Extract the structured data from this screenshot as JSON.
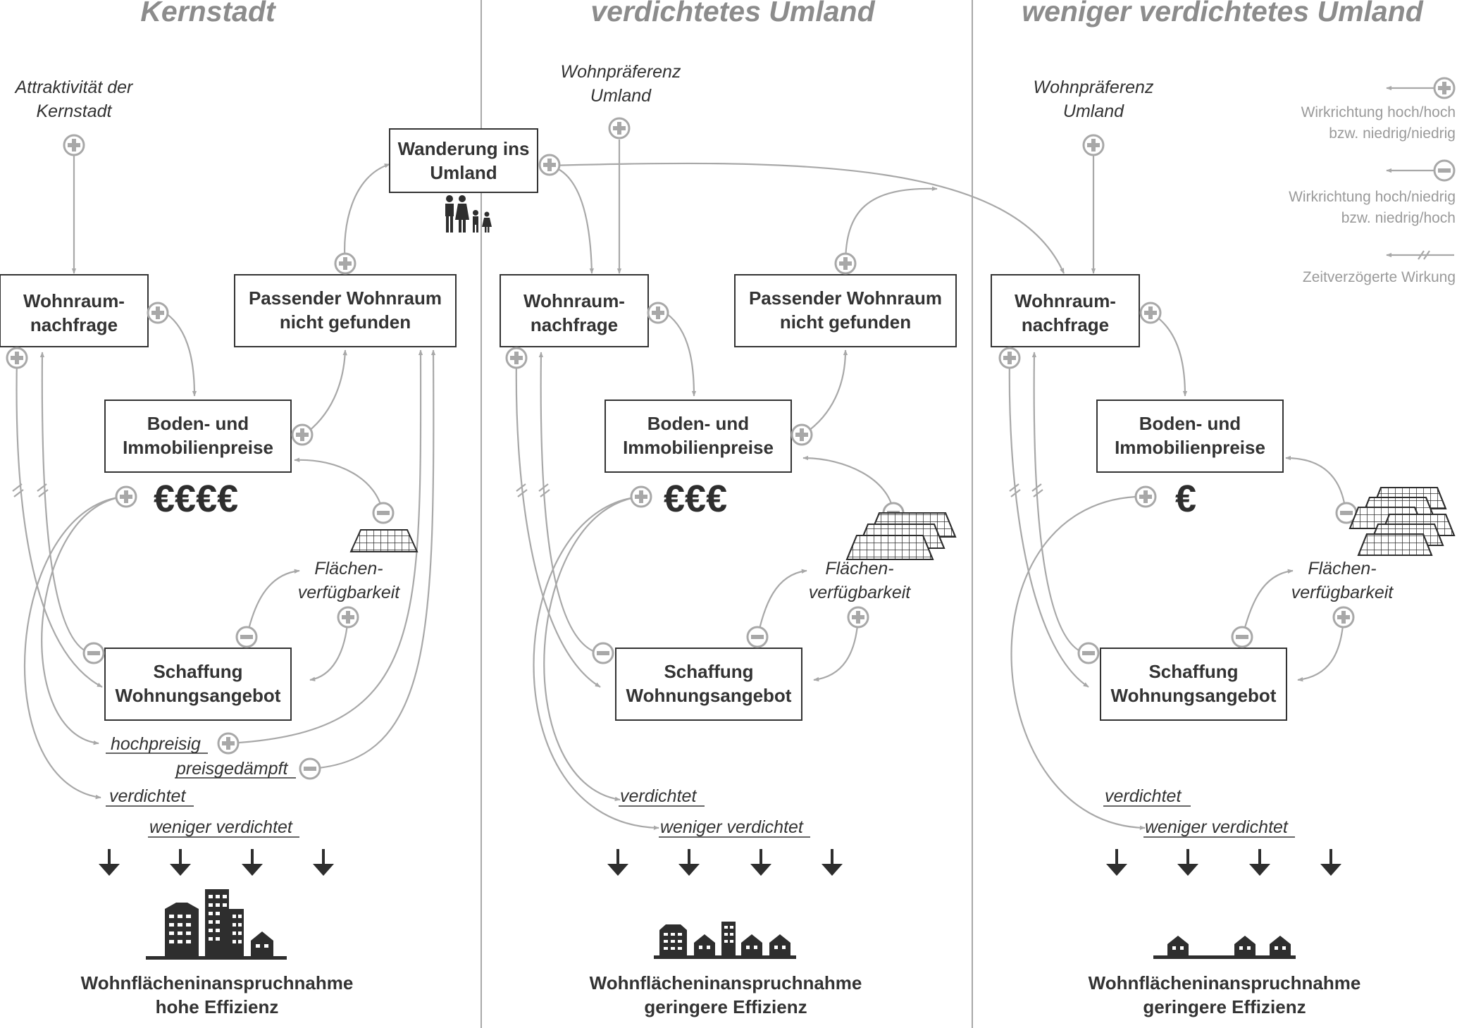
{
  "colors": {
    "ink": "#2e2e2e",
    "header": "#8c8c8c",
    "flow": "#a8a8a8",
    "legend_text": "#9a9a9a",
    "box_border": "#333333",
    "white": "#ffffff"
  },
  "regions": [
    {
      "title": "Kernstadt",
      "driver": [
        "Attraktivität der",
        "Kernstadt"
      ],
      "demand_box": [
        "Wohnraum-",
        "nachfrage"
      ],
      "unmatched_box": [
        "Passender Wohnraum",
        "nicht gefunden"
      ],
      "price_box": [
        "Boden- und",
        "Immobilienpreise"
      ],
      "price_level": "€€€€",
      "supply_box": [
        "Schaffung",
        "Wohnungsangebot"
      ],
      "area_label": [
        "Flächen-",
        "verfügbarkeit"
      ],
      "outcomes": [
        "hochpreisig",
        "preisgedämpft",
        "verdichtet",
        "weniger verdichtet"
      ],
      "result": [
        "Wohnflächeninanspruchnahme",
        "hohe Effizienz"
      ],
      "icons": [
        "land-grid-single-icon",
        "city-skyline-high-density-icon"
      ]
    },
    {
      "title": "verdichtetes Umland",
      "driver": [
        "Wohnpräferenz",
        "Umland"
      ],
      "demand_box": [
        "Wohnraum-",
        "nachfrage"
      ],
      "unmatched_box": [
        "Passender Wohnraum",
        "nicht gefunden"
      ],
      "price_box": [
        "Boden- und",
        "Immobilienpreise"
      ],
      "price_level": "€€€",
      "supply_box": [
        "Schaffung",
        "Wohnungsangebot"
      ],
      "area_label": [
        "Flächen-",
        "verfügbarkeit"
      ],
      "outcomes": [
        "verdichtet",
        "weniger verdichtet"
      ],
      "result": [
        "Wohnflächeninanspruchnahme",
        "geringere Effizienz"
      ],
      "icons": [
        "land-grid-triple-icon",
        "town-medium-density-icon"
      ]
    },
    {
      "title": "weniger verdichtetes Umland",
      "driver": [
        "Wohnpräferenz",
        "Umland"
      ],
      "demand_box": [
        "Wohnraum-",
        "nachfrage"
      ],
      "price_box": [
        "Boden- und",
        "Immobilienpreise"
      ],
      "price_level": "€",
      "supply_box": [
        "Schaffung",
        "Wohnungsangebot"
      ],
      "area_label": [
        "Flächen-",
        "verfügbarkeit"
      ],
      "outcomes": [
        "verdichtet",
        "weniger verdichtet"
      ],
      "result": [
        "Wohnflächeninanspruchnahme",
        "geringere Effizienz"
      ],
      "icons": [
        "land-grid-many-icon",
        "village-low-density-icon"
      ]
    }
  ],
  "migration_box": [
    "Wanderung ins",
    "Umland"
  ],
  "migration_icon": "family-icon",
  "legend": [
    {
      "sign": "+",
      "text": [
        "Wirkrichtung hoch/hoch",
        "bzw. niedrig/niedrig"
      ]
    },
    {
      "sign": "−",
      "text": [
        "Wirkrichtung hoch/niedrig",
        "bzw. niedrig/hoch"
      ]
    },
    {
      "sign": "//",
      "text": [
        "Zeitverzögerte Wirkung"
      ]
    }
  ]
}
